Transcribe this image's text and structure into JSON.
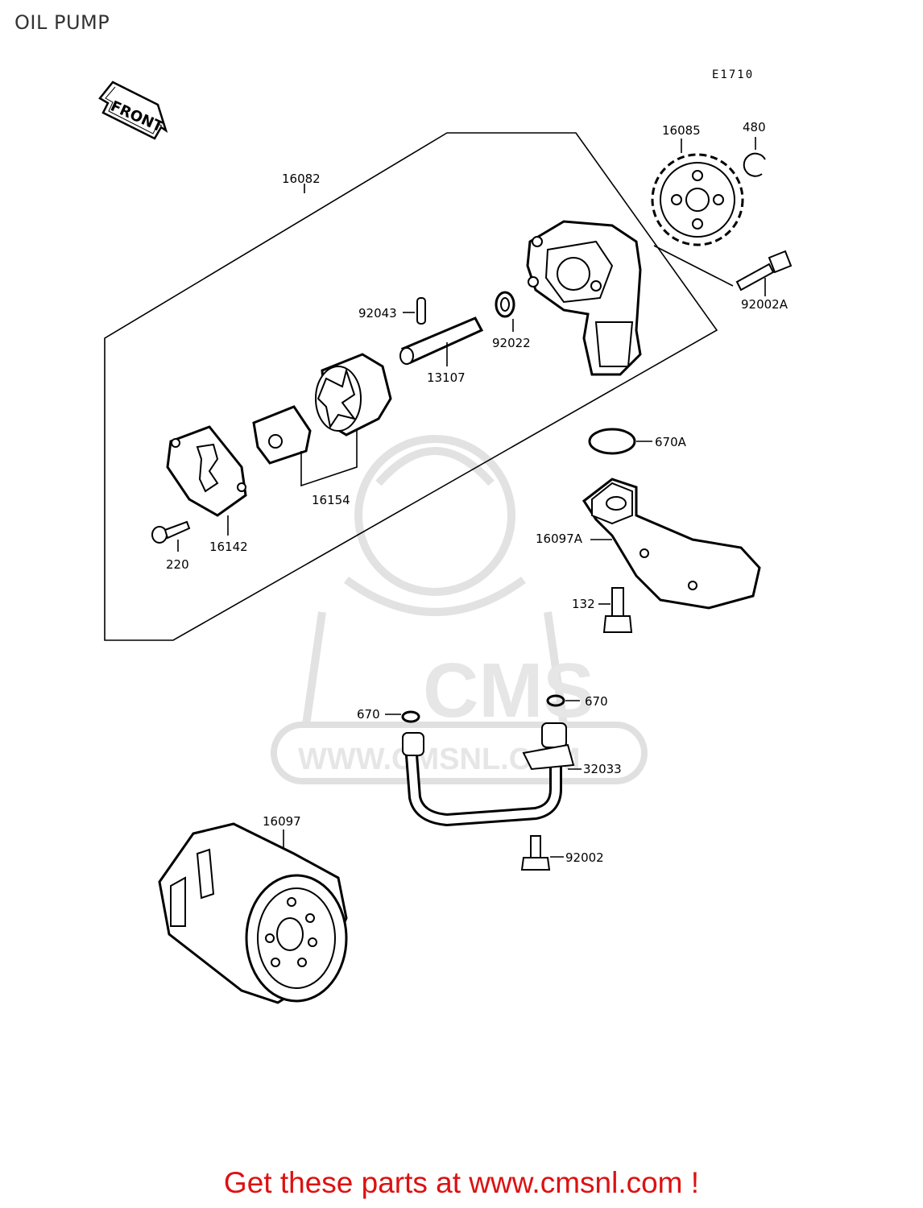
{
  "page": {
    "title": "OIL PUMP",
    "diagram_code": "E1710",
    "front_label": "FRONT",
    "watermark_text": "CMS",
    "watermark_url": "WWW.CMSNL.COM"
  },
  "parts": [
    {
      "id": "p16082",
      "label": "16082"
    },
    {
      "id": "p16085",
      "label": "16085"
    },
    {
      "id": "p480",
      "label": "480"
    },
    {
      "id": "p92002A",
      "label": "92002A"
    },
    {
      "id": "p92043",
      "label": "92043"
    },
    {
      "id": "p92022",
      "label": "92022"
    },
    {
      "id": "p13107",
      "label": "13107"
    },
    {
      "id": "p16154",
      "label": "16154"
    },
    {
      "id": "p16142",
      "label": "16142"
    },
    {
      "id": "p220",
      "label": "220"
    },
    {
      "id": "p670A",
      "label": "670A"
    },
    {
      "id": "p16097A",
      "label": "16097A"
    },
    {
      "id": "p132",
      "label": "132"
    },
    {
      "id": "p670a",
      "label": "670"
    },
    {
      "id": "p670b",
      "label": "670"
    },
    {
      "id": "p32033",
      "label": "32033"
    },
    {
      "id": "p16097",
      "label": "16097"
    },
    {
      "id": "p92002",
      "label": "92002"
    }
  ],
  "footer": {
    "text": "Get these parts at www.cmsnl.com !"
  }
}
